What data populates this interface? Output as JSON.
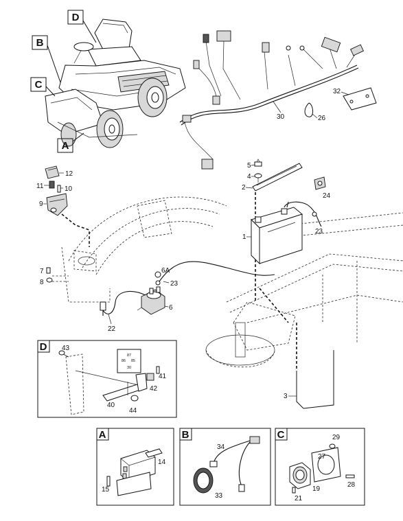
{
  "badges": {
    "A": "A",
    "B": "B",
    "C": "C",
    "D": "D"
  },
  "callouts": {
    "c1": "1",
    "c2": "2",
    "c3": "3",
    "c4": "4",
    "c5": "5",
    "c6": "6",
    "c6a": "6A",
    "c7": "7",
    "c8": "8",
    "c9": "9",
    "c10": "10",
    "c11": "11",
    "c12": "12",
    "c14": "14",
    "c15": "15",
    "c19": "19",
    "c21": "21",
    "c22": "22",
    "c23a": "23",
    "c23b": "23",
    "c24": "24",
    "c26": "26",
    "c27": "27",
    "c28": "28",
    "c29": "29",
    "c30": "30",
    "c32": "32",
    "c33": "33",
    "c34": "34",
    "c40": "40",
    "c41": "41",
    "c42": "42",
    "c43": "43",
    "c44": "44"
  },
  "relay_terminals": {
    "t87": "87",
    "t86": "86",
    "t85": "85",
    "t30": "30"
  }
}
